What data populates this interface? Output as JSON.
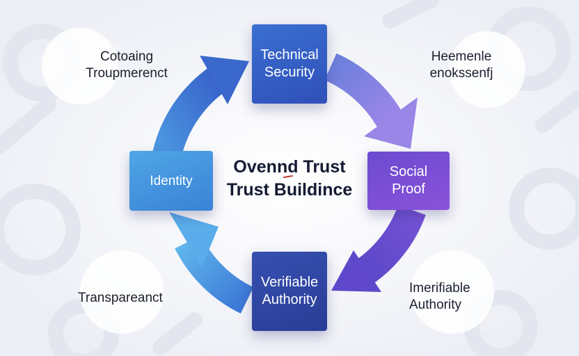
{
  "diagram": {
    "center_title": {
      "line1": "Ovennd Trust",
      "line2": "Trust Buildince"
    },
    "nodes": {
      "technical": {
        "line1": "Technical",
        "line2": "Security"
      },
      "identity": {
        "line1": "Identity"
      },
      "social": {
        "line1": "Social",
        "line2": "Proof"
      },
      "verifiable": {
        "line1": "Verifiable",
        "line2": "Authority"
      }
    },
    "outer_labels": {
      "top_left": {
        "line1": "Cotoaing",
        "line2": "Troupmerenct"
      },
      "top_right": {
        "line1": "Heemenle",
        "line2": "enokssenfj"
      },
      "bottom_left": {
        "line1": "Transpareanct"
      },
      "bottom_right": {
        "line1": "Imerifiable",
        "line2": "Authority"
      }
    },
    "colors": {
      "arrow_blue": "#3a76d4",
      "arrow_light_blue": "#5ab0ea",
      "arrow_purple": "#6b55d2",
      "arrow_violet": "#9a86e6",
      "title_text": "#141a33"
    }
  }
}
